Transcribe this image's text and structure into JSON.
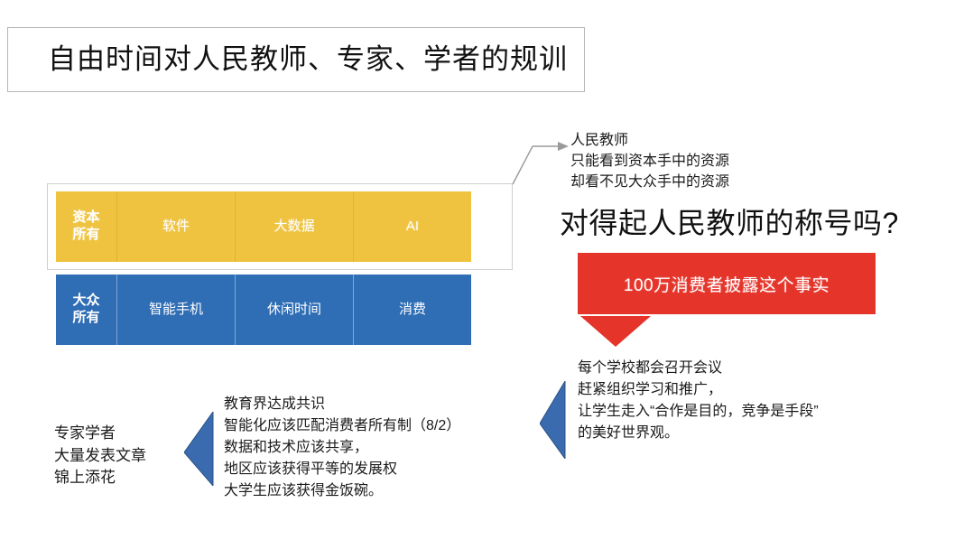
{
  "slide": {
    "title": "自由时间对人民教师、专家、学者的规训"
  },
  "matrix": {
    "rows": [
      {
        "id": "capital-owned",
        "color": "#EFC33F",
        "cells": [
          "资本\n所有",
          "软件",
          "大数据",
          "AI"
        ]
      },
      {
        "id": "public-owned",
        "color": "#2F6DB5",
        "cells": [
          "大众\n所有",
          "智能手机",
          "休闲时间",
          "消费"
        ]
      }
    ]
  },
  "callouts": {
    "teacher_note": "人民教师\n只能看到资本手中的资源\n却看不见大众手中的资源",
    "headline": "对得起人民教师的称号吗?",
    "red_banner": "100万消费者披露这个事实",
    "school_note": "每个学校都会召开会议\n赶紧组织学习和推广，\n让学生走入“合作是目的，竞争是手段”\n的美好世界观。",
    "expert_note": "专家学者\n大量发表文章\n锦上添花",
    "consensus_note": "教育界达成共识\n智能化应该匹配消费者所有制（8/2）\n数据和技术应该共享，\n地区应该获得平等的发展权\n大学生应该获得金饭碗。"
  },
  "colors": {
    "yellow": "#EFC33F",
    "blue": "#2F6DB5",
    "red": "#E5342A",
    "arrow_blue": "#3A6BAF",
    "connector_gray": "#9a9a9a",
    "border_gray": "#b7b7b7"
  }
}
